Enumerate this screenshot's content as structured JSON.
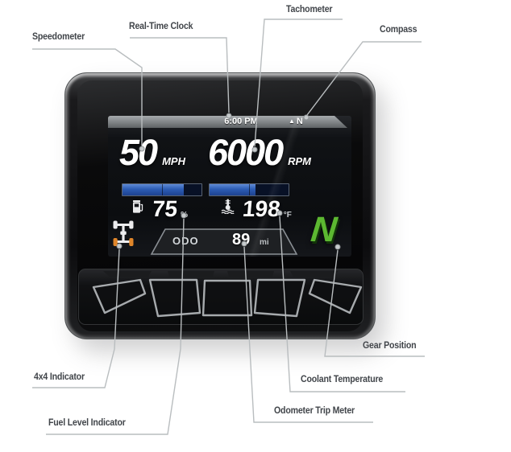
{
  "callouts": {
    "speedometer": "Speedometer",
    "real_time_clock": "Real-Time Clock",
    "tachometer": "Tachometer",
    "compass": "Compass",
    "gear_position": "Gear Position",
    "coolant_temperature": "Coolant Temperature",
    "odometer_trip_meter": "Odometer Trip Meter",
    "fuel_level_indicator": "Fuel Level Indicator",
    "fourwd_indicator": "4x4 Indicator"
  },
  "display": {
    "time": "6:00 PM",
    "compass_arrow": "▲",
    "compass_heading": "N",
    "speed_value": "50",
    "speed_unit": "MPH",
    "rpm_value": "6000",
    "rpm_unit": "RPM",
    "fuel_percent": "75",
    "fuel_unit": "%",
    "fuel_level_fraction": 0.78,
    "coolant_value": "198",
    "coolant_unit": "°F",
    "coolant_level_fraction": 0.58,
    "odo_label": "ODO",
    "odo_value": "89",
    "odo_unit": "mi",
    "gear": "N"
  },
  "colors": {
    "bar_blue": "#2c5cb4",
    "gear_green": "#5cb831",
    "wheel_orange": "#e0862a",
    "leader_gray": "#b9bdbf"
  }
}
